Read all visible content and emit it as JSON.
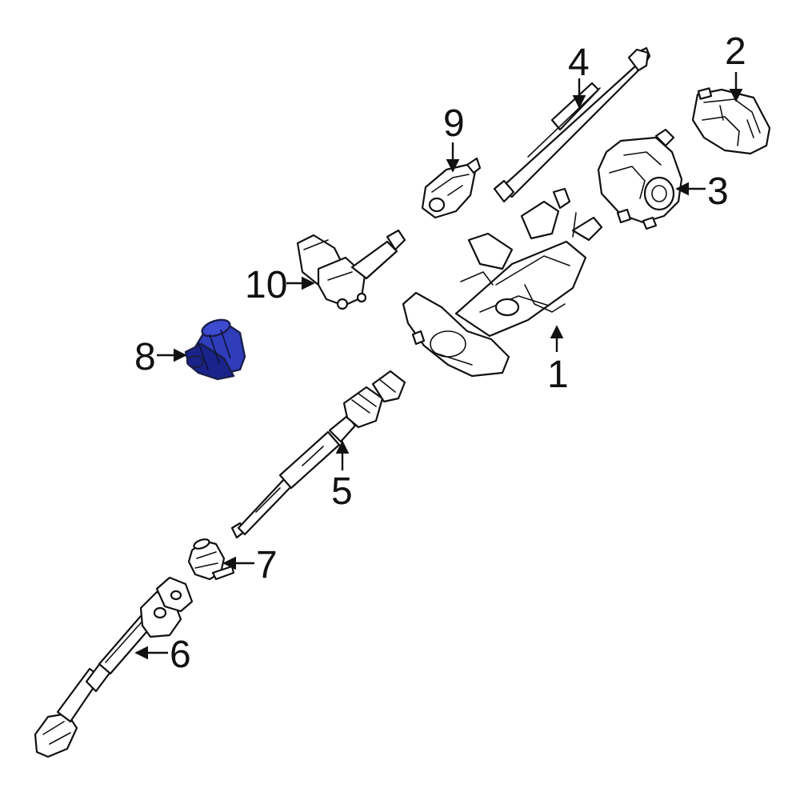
{
  "diagram": {
    "highlight_color": "#2f3dbb",
    "highlight_dark": "#1a238a",
    "line_color": "#111111",
    "background": "#ffffff",
    "callouts": [
      {
        "id": "1",
        "label": "1"
      },
      {
        "id": "2",
        "label": "2"
      },
      {
        "id": "3",
        "label": "3"
      },
      {
        "id": "4",
        "label": "4"
      },
      {
        "id": "5",
        "label": "5"
      },
      {
        "id": "6",
        "label": "6"
      },
      {
        "id": "7",
        "label": "7"
      },
      {
        "id": "8",
        "label": "8"
      },
      {
        "id": "9",
        "label": "9"
      },
      {
        "id": "10",
        "label": "10"
      }
    ]
  }
}
